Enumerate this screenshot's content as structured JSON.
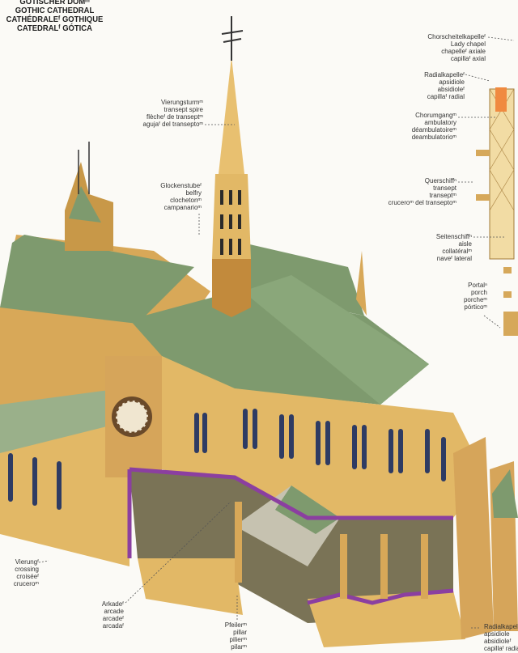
{
  "title": [
    "GOTISCHER DOMᵐ",
    "GOTHIC CATHEDRAL",
    "CATHÉDRALEᶠ GOTHIQUE",
    "CATEDRALᶠ GÓTICA"
  ],
  "labels": {
    "transept_spire": [
      "Vierungsturmᵐ",
      "transept spire",
      "flècheᶠ de transeptᵐ",
      "agujaᶠ del transeptoᵐ"
    ],
    "belfry": [
      "Glockenstubeᶠ",
      "belfry",
      "clochetonᵐ",
      "campanarioᵐ"
    ],
    "lady_chapel": [
      "Chorscheitelkapelleᶠ",
      "Lady chapel",
      "chapelleᶠ axiale",
      "capillaᶠ axial"
    ],
    "apsidiole_top": [
      "Radialkapelleᶠ",
      "apsidiole",
      "absidioleᶠ",
      "capillaᶠ radial"
    ],
    "ambulatory": [
      "Chorumgangᵐ",
      "ambulatory",
      "déambulatoireᵐ",
      "deambulatorioᵐ"
    ],
    "transept": [
      "Querschiffⁿ",
      "transept",
      "transeptᵐ",
      "cruceroᵐ del transeptoᵐ"
    ],
    "aisle": [
      "Seitenschiffⁿ",
      "aisle",
      "collatéralᵐ",
      "naveᶠ lateral"
    ],
    "porch": [
      "Portalⁿ",
      "porch",
      "porcheᵐ",
      "pórticoᵐ"
    ],
    "crossing": [
      "Vierungᶠ",
      "crossing",
      "croiséeᶠ",
      "cruceroᵐ"
    ],
    "arcade": [
      "Arkadeᶠ",
      "arcade",
      "arcadeᶠ",
      "arcadaᶠ"
    ],
    "pillar": [
      "Pfeilerᵐ",
      "pillar",
      "pilierᵐ",
      "pilarᵐ"
    ],
    "apsidiole_bottom": [
      "Radialkapelle",
      "apsidiole",
      "absidioleᶠ",
      "capillaᶠ radial"
    ]
  },
  "colors": {
    "roof": "#7e9a6e",
    "stone": "#e2b866",
    "stone_dark": "#b5803e",
    "floor_edge": "#8b3fa0",
    "background": "#fbfaf6"
  }
}
